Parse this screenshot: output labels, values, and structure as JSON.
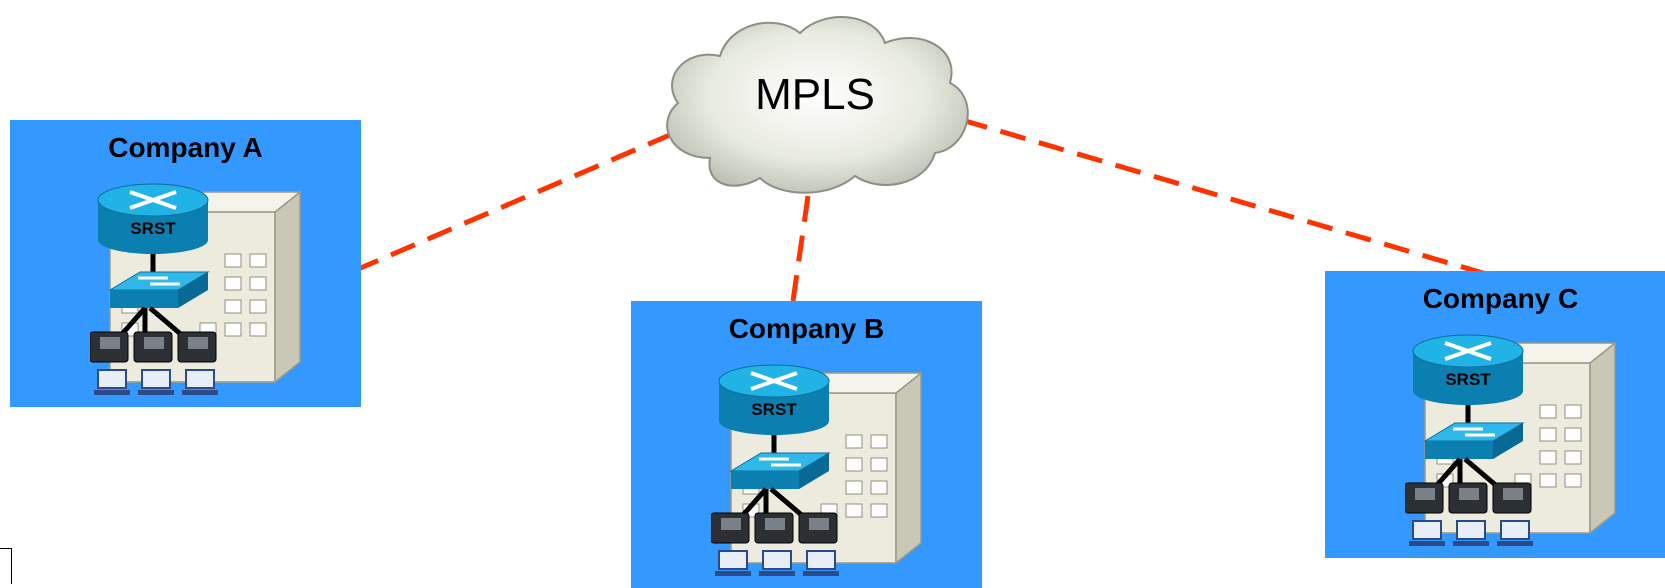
{
  "cloud": {
    "label": "MPLS",
    "icon": "cloud-icon"
  },
  "link_color": "#ff3300",
  "site_color": "#3399ff",
  "sites": [
    {
      "id": "a",
      "title": "Company A",
      "router_label": "SRST"
    },
    {
      "id": "b",
      "title": "Company B",
      "router_label": "SRST"
    },
    {
      "id": "c",
      "title": "Company C",
      "router_label": "SRST"
    }
  ],
  "icons": [
    "building-icon",
    "router-icon",
    "switch-icon",
    "ip-phone-icon",
    "pc-icon"
  ]
}
